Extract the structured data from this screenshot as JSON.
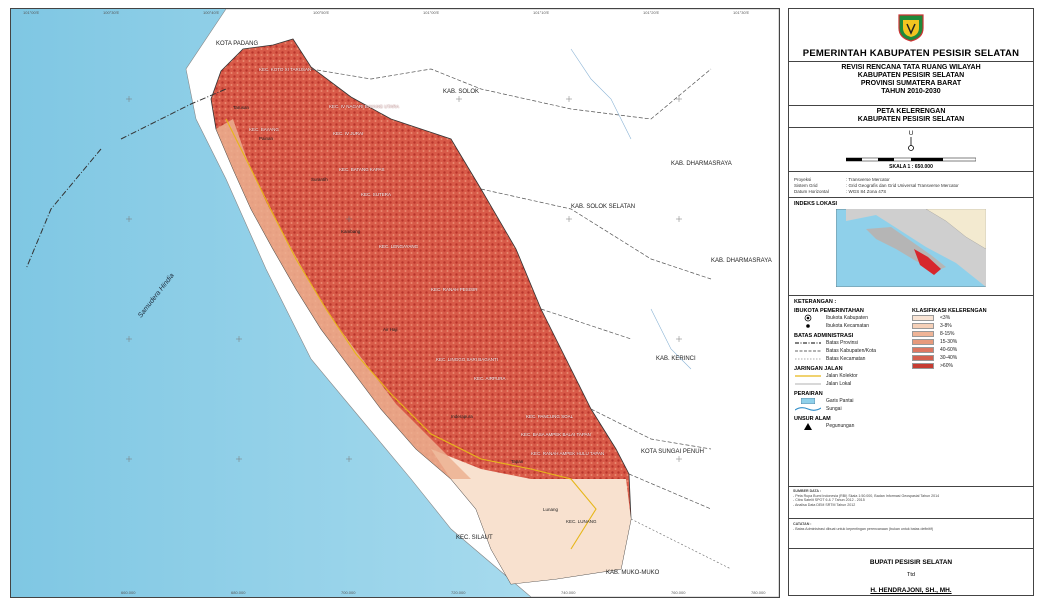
{
  "map": {
    "regions": [
      {
        "label": "KOTA PADANG"
      },
      {
        "label": "KAB. SOLOK"
      },
      {
        "label": "KAB. DHARMASRAYA"
      },
      {
        "label": "KAB. SOLOK SELATAN"
      },
      {
        "label": "KAB. DHARMASRAYA"
      },
      {
        "label": "KAB. KERINCI"
      },
      {
        "label": "KOTA SUNGAI PENUH"
      },
      {
        "label": "KAB. MUKO-MUKO"
      },
      {
        "label": "KEC. SILAUT"
      }
    ],
    "sea_label": "Samudera Hindia",
    "kecamatan": [
      "KEC. KOTO XI TARUSAN",
      "KEC. BAYANG",
      "KEC. IV NAGARI BAYANG UTARA",
      "KEC. IV JURAI",
      "KEC. BATANG KAPAS",
      "KEC. SUTERA",
      "KEC. LENGAYANG",
      "KEC. RANAH PESISIR",
      "KEC. LINGGO SARI BAGANTI",
      "KEC. AIRPURA",
      "KEC. PANCUNG SOAL",
      "KEC. BASA AMPEK BALAI TAPAN",
      "KEC. RANAH AMPEK HULU TAPAN",
      "KEC. LUNANG"
    ],
    "towns": [
      "Tarusan",
      "Painan",
      "Surantih",
      "Kambang",
      "Air Haji",
      "Inderapura",
      "Tapan",
      "Lunang"
    ],
    "top_ticks": [
      "101°00'E",
      "100°30'E",
      "100°40'E",
      "100°50'E",
      "101°00'E",
      "101°10'E",
      "101°20'E",
      "101°30'E"
    ],
    "bottom_ticks": [
      "660.000",
      "680.000",
      "700.000",
      "720.000",
      "740.000",
      "760.000",
      "780.000"
    ]
  },
  "legend": {
    "government": "PEMERINTAH KABUPATEN PESISIR SELATAN",
    "title_lines": [
      "REVISI RENCANA TATA RUANG WILAYAH",
      "KABUPATEN PESISIR SELATAN",
      "PROVINSI SUMATERA BARAT",
      "TAHUN 2010-2030"
    ],
    "map_title_lines": [
      "PETA KELERENGAN",
      "KABUPATEN PESISIR SELATAN"
    ],
    "north": "U",
    "scale": "SKALA 1 : 650.000",
    "proj_rows": [
      {
        "k": "Proyeksi",
        "v": ": Transverse Mercator"
      },
      {
        "k": "Sistem Grid",
        "v": ": Grid Geografis dan Grid Universal Transverse Mercator"
      },
      {
        "k": "Datum Horizontal",
        "v": ": WGS 84 Zona 47S"
      }
    ],
    "index_title": "INDEKS LOKASI",
    "keterangan": "KETERANGAN :",
    "ibukota_title": "IBUKOTA PEMERINTAHAN",
    "ibukota": [
      "Ibukota Kabupaten",
      "Ibukota Kecamatan"
    ],
    "batas_title": "BATAS ADMINISTRASI",
    "batas": [
      "Batas Provinsi",
      "Batas Kabupaten/Kota",
      "Batas Kecamatan"
    ],
    "jalan_title": "JARINGAN JALAN",
    "jalan": [
      "Jalan Kolektor",
      "Jalan Lokal"
    ],
    "perairan_title": "PERAIRAN",
    "perairan": [
      "Garis Pantai",
      "Sungai"
    ],
    "unsur_title": "UNSUR ALAM",
    "unsur": [
      "Pegunungan"
    ],
    "klas_title": "KLASIFIKASI KELERENGAN",
    "klas": [
      {
        "label": "<3%",
        "color": "#f9e4d4"
      },
      {
        "label": "3-8%",
        "color": "#f5d0b8"
      },
      {
        "label": "8-15%",
        "color": "#efb497"
      },
      {
        "label": "15-30%",
        "color": "#e79a7c"
      },
      {
        "label": "40-60%",
        "color": "#dd7762"
      },
      {
        "label": "30-40%",
        "color": "#d4604f"
      },
      {
        "label": ">60%",
        "color": "#c63c32"
      }
    ],
    "sumber_title": "SUMBER DATA :",
    "sumber": [
      "- Peta Rupa Bumi Indonesia (RBI) Skala 1:50.000, Badan Informasi Geospasial Tahun 2014",
      "- Citra Satelit SPOT 6 & 7 Tahun 2012 - 2015",
      "- Analisa Data DEM SRTM Tahun 2012"
    ],
    "catatan_title": "CATATAN :",
    "catatan": [
      "- Batas Administrasi dibuat untuk kepentingan perencanaan (bukan untuk batas definitif)"
    ],
    "bupati": "BUPATI PESISIR SELATAN",
    "ttd": "Ttd",
    "signer": "H. HENDRAJONI, SH., MH."
  }
}
